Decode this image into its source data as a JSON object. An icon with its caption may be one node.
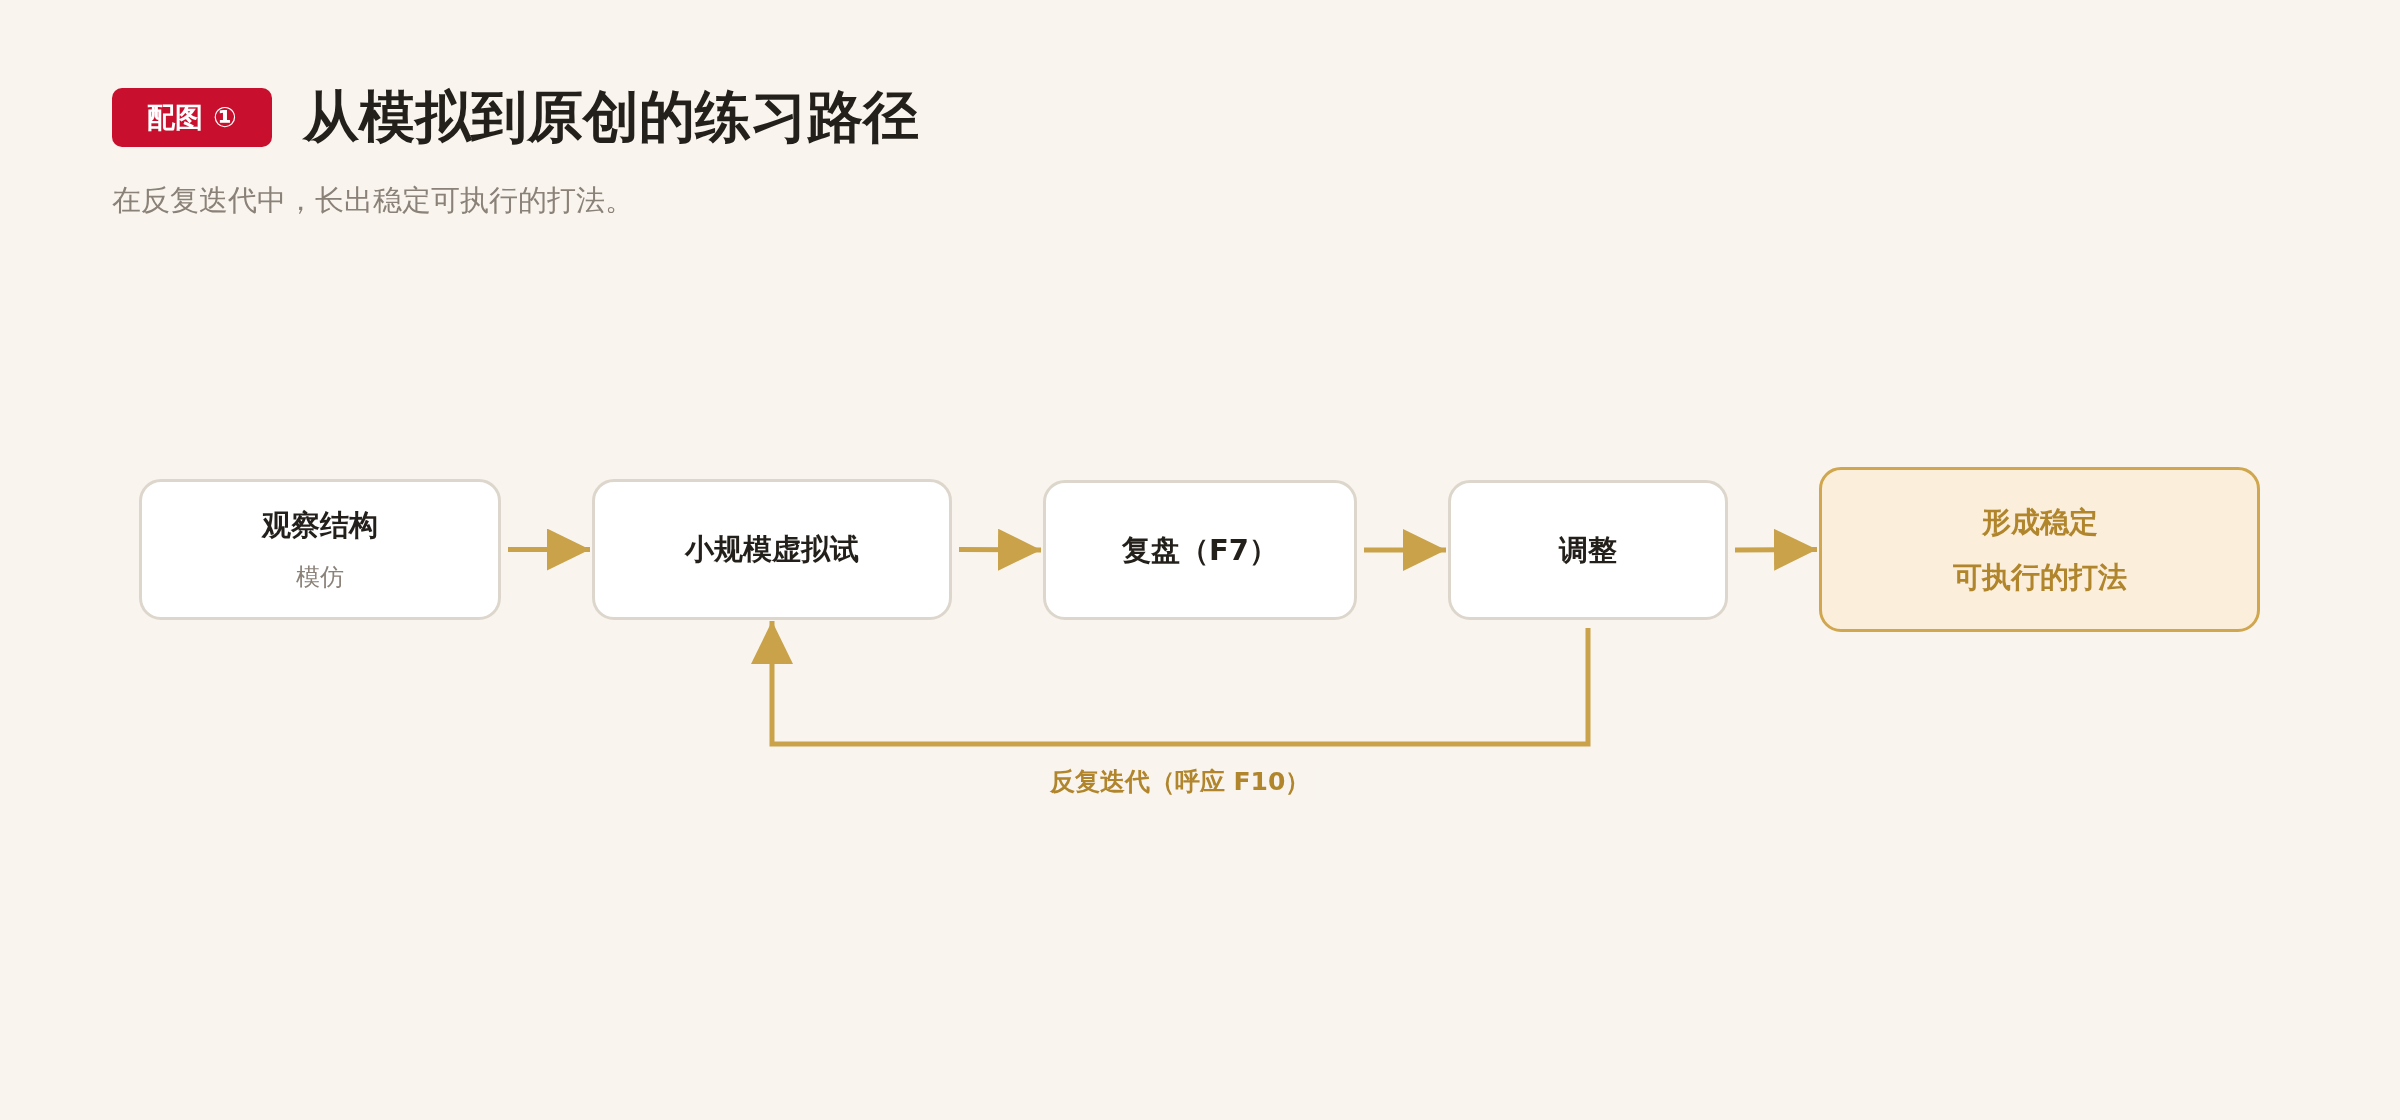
{
  "diagram": {
    "title": "从模拟到原创的练习路径",
    "nodes": [
      {
        "text": [
          "观察结构",
          "模仿"
        ]
      },
      {
        "text": [
          "小规模虚拟试"
        ]
      },
      {
        "text": [
          "复盘（F7）"
        ]
      },
      {
        "text": [
          "调整"
        ]
      },
      {
        "text": [
          "形成稳定",
          "可执行的打法"
        ]
      }
    ],
    "edges": [
      {
        "from": 0,
        "to": 1,
        "arrow": "to"
      },
      {
        "from": 1,
        "to": 2,
        "arrow": "to"
      },
      {
        "from": 2,
        "to": 3,
        "arrow": "to"
      },
      {
        "from": 3,
        "to": 4,
        "arrow": "to"
      },
      {
        "from": 3,
        "to": 1,
        "arrow": "to",
        "label": "反复迭代（呼应 F10）"
      }
    ],
    "labels": [
      "配图 ①",
      "在反复迭代中，长出稳定可执行的打法。"
    ]
  }
}
